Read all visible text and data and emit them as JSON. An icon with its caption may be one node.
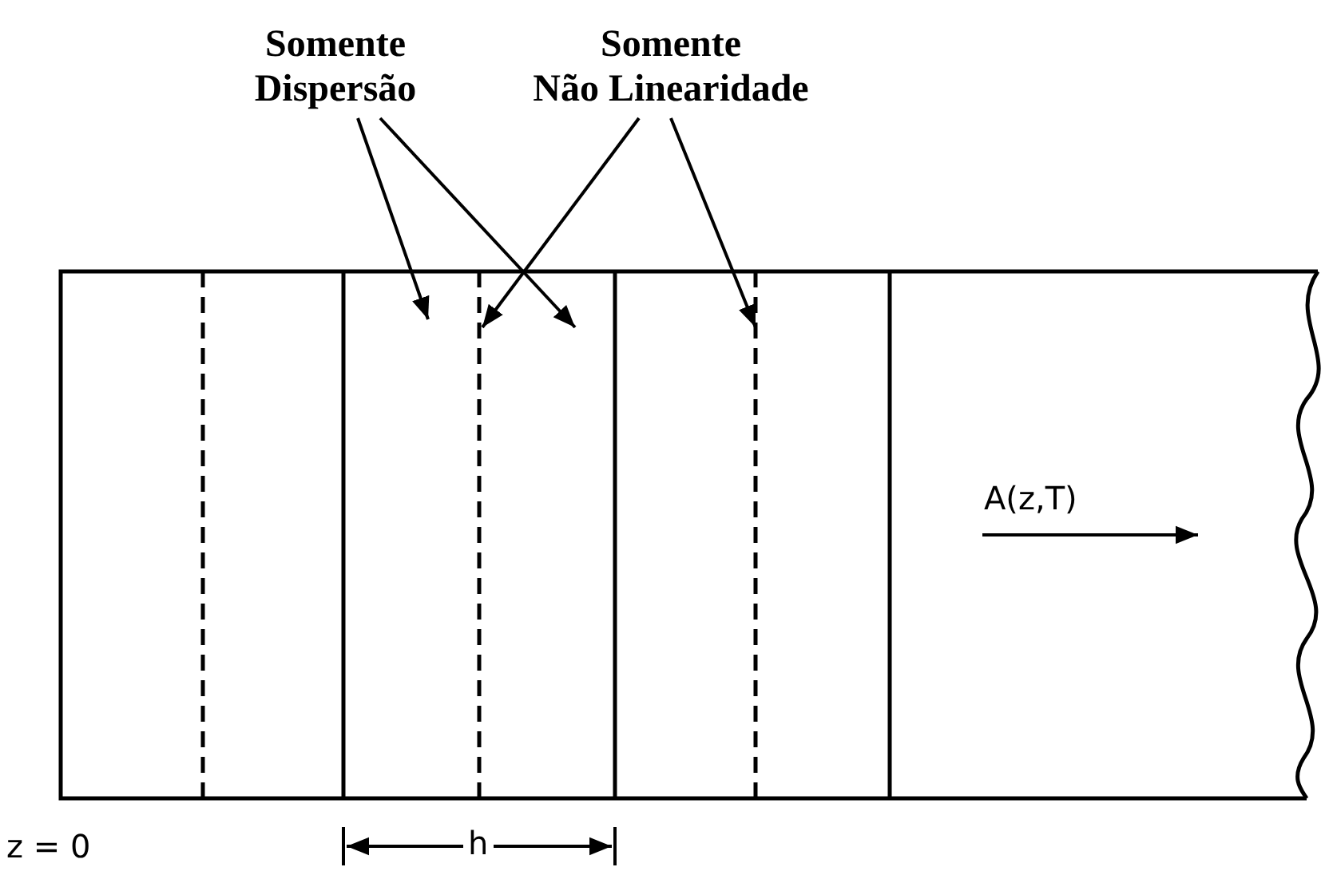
{
  "diagram": {
    "nodes": [
      {
        "text": [
          "Somente Dispersão"
        ]
      },
      {
        "text": [
          "Somente Não Linearidade"
        ]
      }
    ],
    "edges": [
      {
        "from": 0,
        "to": null,
        "arrow": "to"
      },
      {
        "from": 0,
        "to": null,
        "arrow": "to"
      },
      {
        "from": 1,
        "to": null,
        "arrow": "to"
      },
      {
        "from": 1,
        "to": null,
        "arrow": "to"
      }
    ],
    "labels": [
      "A(z,T)",
      "z = 0",
      "h"
    ]
  }
}
